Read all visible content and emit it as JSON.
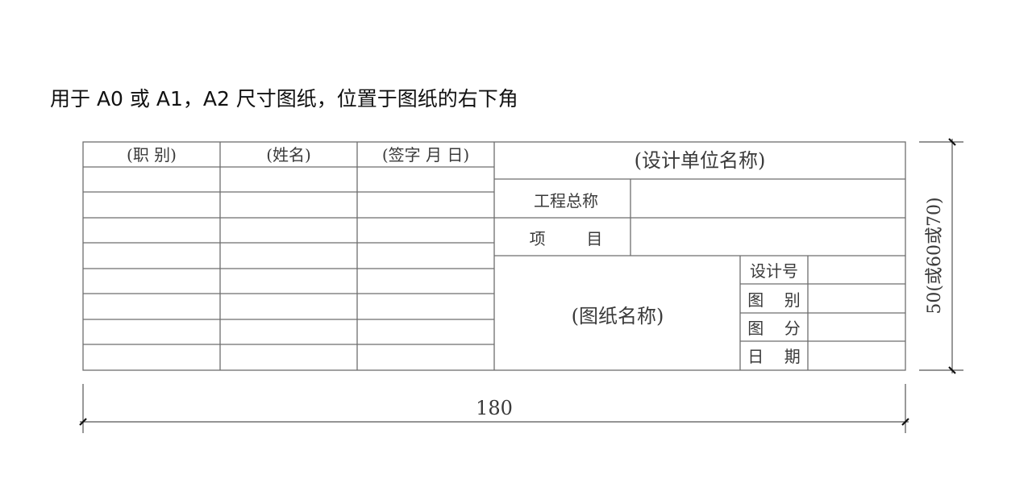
{
  "caption": "用于 A0 或 A1，A2 尺寸图纸，位置于图纸的右下角",
  "title_block": {
    "signature_table": {
      "headers": [
        "(职  别)",
        "(姓名)",
        "(签字  月  日)"
      ],
      "row_count": 8,
      "rows": [
        [
          "",
          "",
          ""
        ],
        [
          "",
          "",
          ""
        ],
        [
          "",
          "",
          ""
        ],
        [
          "",
          "",
          ""
        ],
        [
          "",
          "",
          ""
        ],
        [
          "",
          "",
          ""
        ],
        [
          "",
          "",
          ""
        ],
        [
          "",
          "",
          ""
        ]
      ]
    },
    "design_unit": "(设计单位名称)",
    "project_rows": [
      {
        "label": "工程总称",
        "value": ""
      },
      {
        "label": "项        目",
        "value": ""
      }
    ],
    "drawing_name": "(图纸名称)",
    "info_rows": [
      {
        "label": "设计号",
        "value": ""
      },
      {
        "label": "图    别",
        "value": ""
      },
      {
        "label": "图    分",
        "value": ""
      },
      {
        "label": "日    期",
        "value": ""
      }
    ]
  },
  "dimensions": {
    "width_label": "180",
    "height_label": "50(或60或70)"
  }
}
